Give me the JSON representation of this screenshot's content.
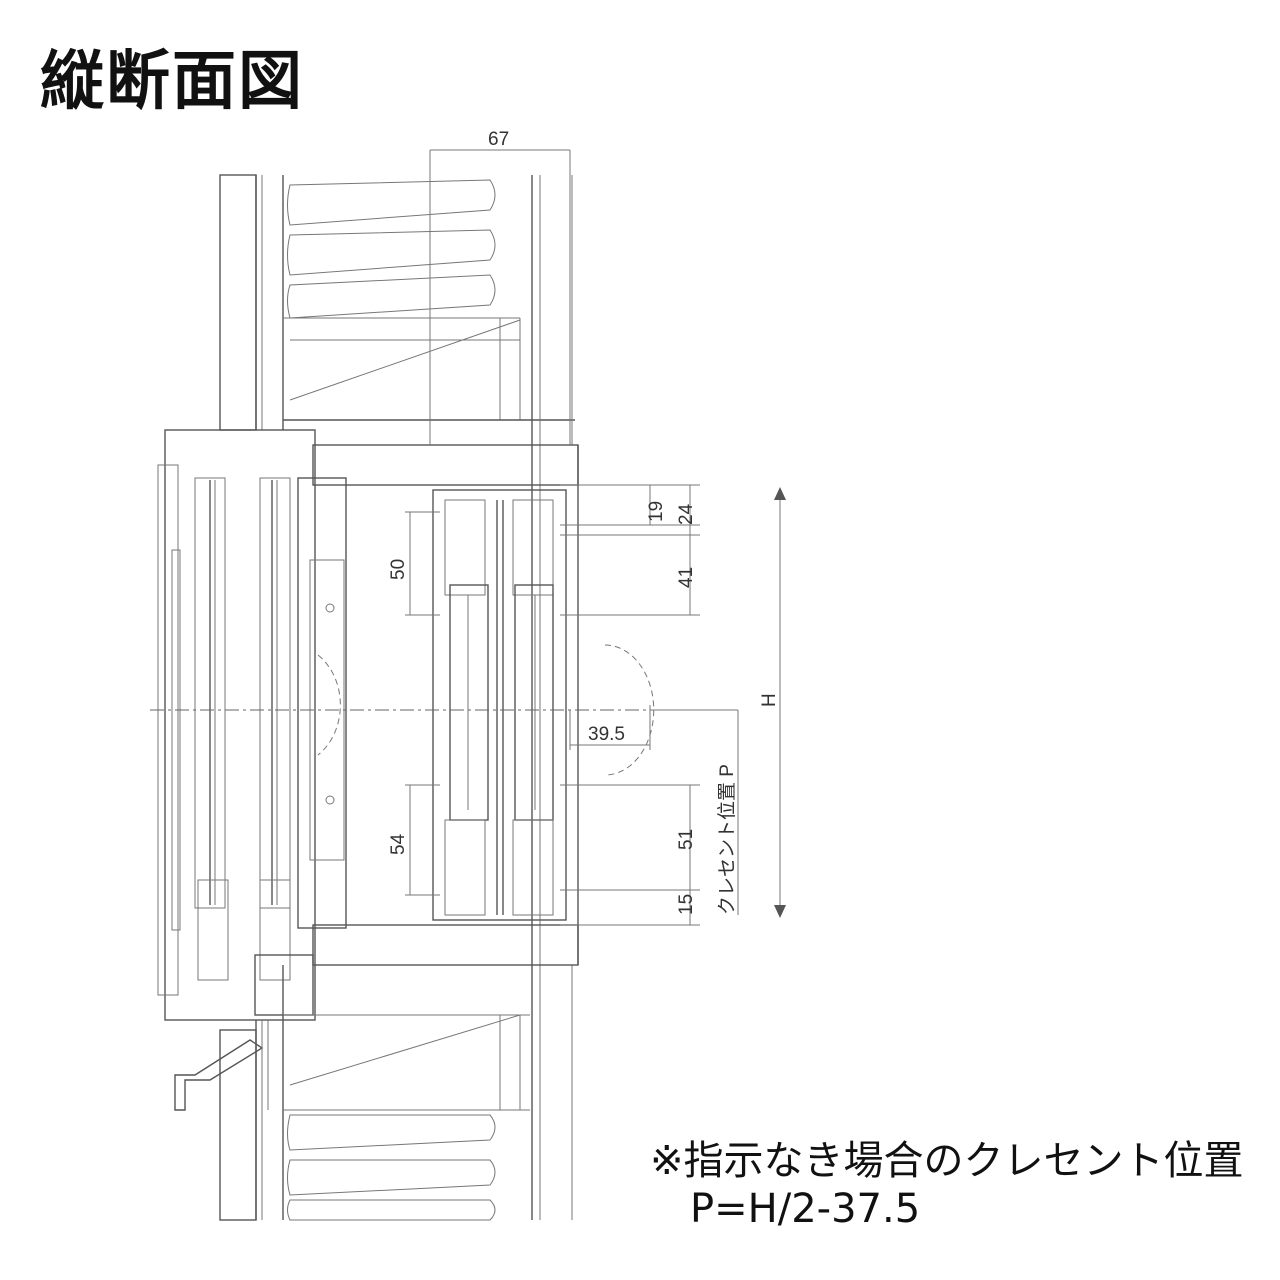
{
  "title": "縦断面図",
  "dimensions": {
    "top_width": "67",
    "d19": "19",
    "d24": "24",
    "d50": "50",
    "d41": "41",
    "d39_5": "39.5",
    "d54": "54",
    "d51": "51",
    "d15": "15",
    "h": "H",
    "crescent_p": "クレセント位置 P"
  },
  "note": {
    "line1": "※指示なき場合のクレセント位置",
    "line2": "P=H/2-37.5"
  }
}
